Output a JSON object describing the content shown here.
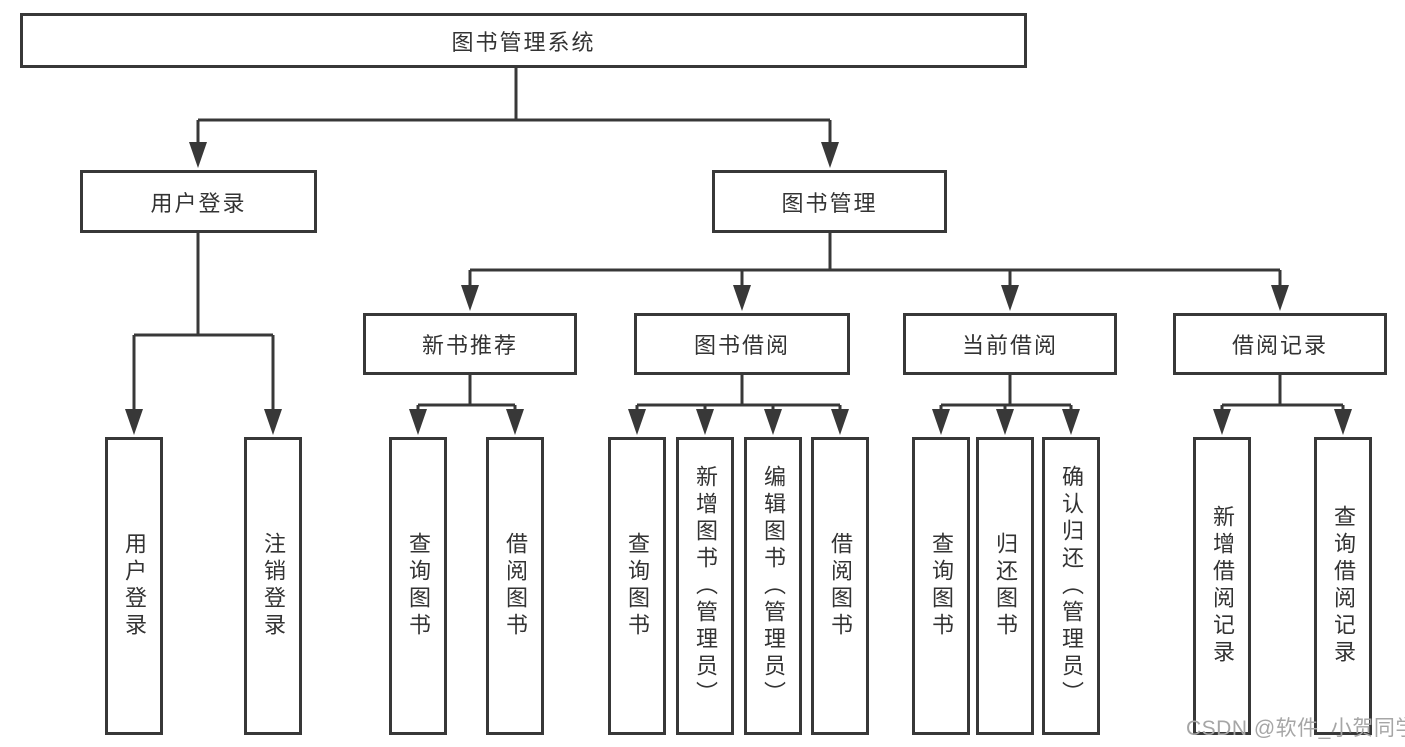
{
  "diagram_type": "hierarchy-tree",
  "tree": {
    "label": "图书管理系统",
    "children": [
      {
        "label": "用户登录",
        "children": [
          {
            "label": "用户登录"
          },
          {
            "label": "注销登录"
          }
        ]
      },
      {
        "label": "图书管理",
        "children": [
          {
            "label": "新书推荐",
            "children": [
              {
                "label": "查询图书"
              },
              {
                "label": "借阅图书"
              }
            ]
          },
          {
            "label": "图书借阅",
            "children": [
              {
                "label": "查询图书"
              },
              {
                "label": "新增图书（管理员）"
              },
              {
                "label": "编辑图书（管理员）"
              },
              {
                "label": "借阅图书"
              }
            ]
          },
          {
            "label": "当前借阅",
            "children": [
              {
                "label": "查询图书"
              },
              {
                "label": "归还图书"
              },
              {
                "label": "确认归还（管理员）"
              }
            ]
          },
          {
            "label": "借阅记录",
            "children": [
              {
                "label": "新增借阅记录"
              },
              {
                "label": "查询借阅记录"
              }
            ]
          }
        ]
      }
    ]
  },
  "watermark": {
    "text": "CSDN @软件_小贺同学"
  },
  "colors": {
    "line": "#383838",
    "box_border": "#383838",
    "text": "#333333",
    "watermark": "#a6a6a6",
    "background": "#ffffff"
  }
}
